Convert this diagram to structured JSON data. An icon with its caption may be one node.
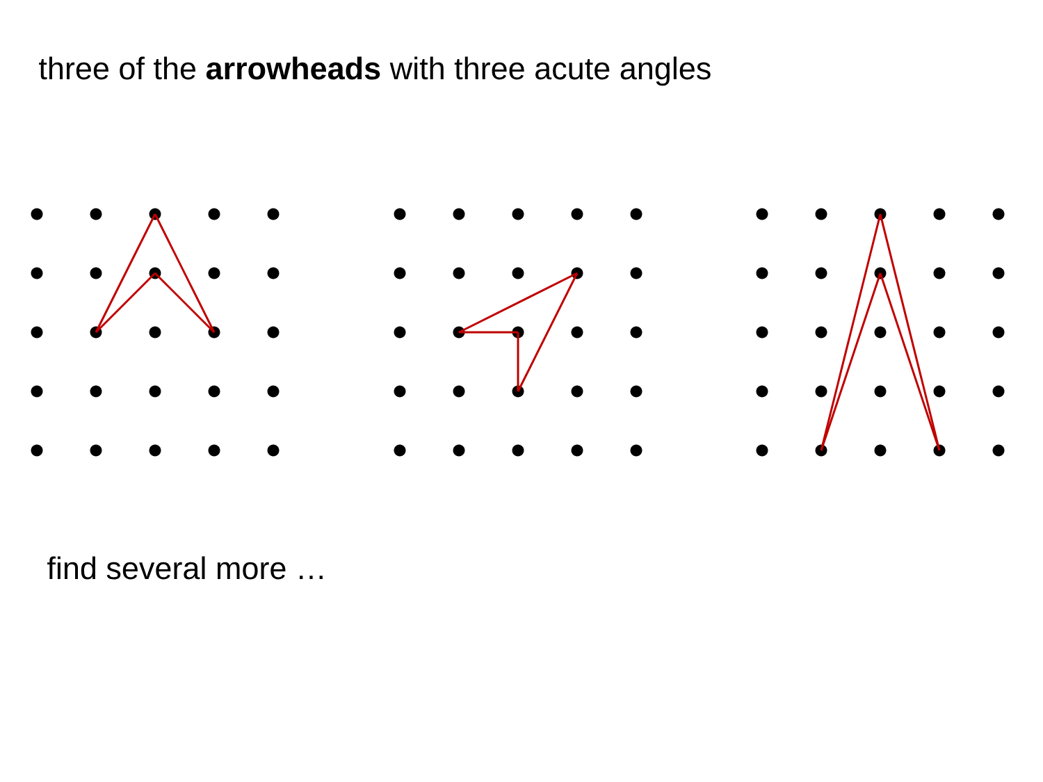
{
  "diagram": {
    "title": "three of the **arrowheads** with three acute angles",
    "nodes": [
      {
        "text": [],
        "shape": "circle"
      },
      {
        "text": [],
        "shape": "circle"
      },
      {
        "text": [],
        "shape": "circle"
      },
      {
        "text": [],
        "shape": "circle"
      },
      {
        "text": [],
        "shape": "circle"
      },
      {
        "text": [],
        "shape": "circle"
      },
      {
        "text": [],
        "shape": "circle"
      },
      {
        "text": [],
        "shape": "circle"
      },
      {
        "text": [],
        "shape": "circle"
      },
      {
        "text": [],
        "shape": "circle"
      },
      {
        "text": [],
        "shape": "circle"
      },
      {
        "text": [],
        "shape": "circle"
      },
      {
        "text": [],
        "shape": "circle"
      },
      {
        "text": [],
        "shape": "circle"
      },
      {
        "text": [],
        "shape": "circle"
      },
      {
        "text": [],
        "shape": "circle"
      },
      {
        "text": [],
        "shape": "circle"
      },
      {
        "text": [],
        "shape": "circle"
      },
      {
        "text": [],
        "shape": "circle"
      },
      {
        "text": [],
        "shape": "circle"
      },
      {
        "text": [],
        "shape": "circle"
      },
      {
        "text": [],
        "shape": "circle"
      },
      {
        "text": [],
        "shape": "circle"
      },
      {
        "text": [],
        "shape": "circle"
      },
      {
        "text": [],
        "shape": "circle"
      },
      {
        "text": [],
        "shape": "circle"
      },
      {
        "text": [],
        "shape": "circle"
      },
      {
        "text": [],
        "shape": "circle"
      },
      {
        "text": [],
        "shape": "circle"
      },
      {
        "text": [],
        "shape": "circle"
      },
      {
        "text": [],
        "shape": "circle"
      },
      {
        "text": [],
        "shape": "circle"
      },
      {
        "text": [],
        "shape": "circle"
      },
      {
        "text": [],
        "shape": "circle"
      },
      {
        "text": [],
        "shape": "circle"
      },
      {
        "text": [],
        "shape": "circle"
      },
      {
        "text": [],
        "shape": "circle"
      },
      {
        "text": [],
        "shape": "circle"
      },
      {
        "text": [],
        "shape": "circle"
      },
      {
        "text": [],
        "shape": "circle"
      },
      {
        "text": [],
        "shape": "circle"
      },
      {
        "text": [],
        "shape": "circle"
      },
      {
        "text": [],
        "shape": "circle"
      },
      {
        "text": [],
        "shape": "circle"
      },
      {
        "text": [],
        "shape": "circle"
      },
      {
        "text": [],
        "shape": "circle"
      },
      {
        "text": [],
        "shape": "circle"
      },
      {
        "text": [],
        "shape": "circle"
      },
      {
        "text": [],
        "shape": "circle"
      },
      {
        "text": [],
        "shape": "circle"
      },
      {
        "text": [],
        "shape": "circle"
      },
      {
        "text": [],
        "shape": "circle"
      },
      {
        "text": [],
        "shape": "circle"
      },
      {
        "text": [],
        "shape": "circle"
      },
      {
        "text": [],
        "shape": "circle"
      },
      {
        "text": [],
        "shape": "circle"
      },
      {
        "text": [],
        "shape": "circle"
      },
      {
        "text": [],
        "shape": "circle"
      },
      {
        "text": [],
        "shape": "circle"
      },
      {
        "text": [],
        "shape": "circle"
      },
      {
        "text": [],
        "shape": "circle"
      },
      {
        "text": [],
        "shape": "circle"
      },
      {
        "text": [],
        "shape": "circle"
      },
      {
        "text": [],
        "shape": "circle"
      },
      {
        "text": [],
        "shape": "circle"
      },
      {
        "text": [],
        "shape": "circle"
      },
      {
        "text": [],
        "shape": "circle"
      },
      {
        "text": [],
        "shape": "circle"
      },
      {
        "text": [],
        "shape": "circle"
      },
      {
        "text": [],
        "shape": "circle"
      },
      {
        "text": [],
        "shape": "circle"
      },
      {
        "text": [],
        "shape": "circle"
      },
      {
        "text": [],
        "shape": "circle"
      },
      {
        "text": [],
        "shape": "circle"
      },
      {
        "text": [],
        "shape": "circle"
      }
    ],
    "edges": [
      {
        "from": 2,
        "to": 11,
        "arrow": "none"
      },
      {
        "from": 11,
        "to": 7,
        "arrow": "none"
      },
      {
        "from": 7,
        "to": 13,
        "arrow": "none"
      },
      {
        "from": 13,
        "to": 2,
        "arrow": "none"
      },
      {
        "from": 36,
        "to": 37,
        "arrow": "none"
      },
      {
        "from": 37,
        "to": 42,
        "arrow": "none"
      },
      {
        "from": 42,
        "to": 33,
        "arrow": "none"
      },
      {
        "from": 33,
        "to": 36,
        "arrow": "none"
      },
      {
        "from": 52,
        "to": 71,
        "arrow": "none"
      },
      {
        "from": 71,
        "to": 57,
        "arrow": "none"
      },
      {
        "from": 57,
        "to": 73,
        "arrow": "none"
      },
      {
        "from": 73,
        "to": 52,
        "arrow": "none"
      }
    ],
    "labels": [
      "find several more …"
    ]
  }
}
